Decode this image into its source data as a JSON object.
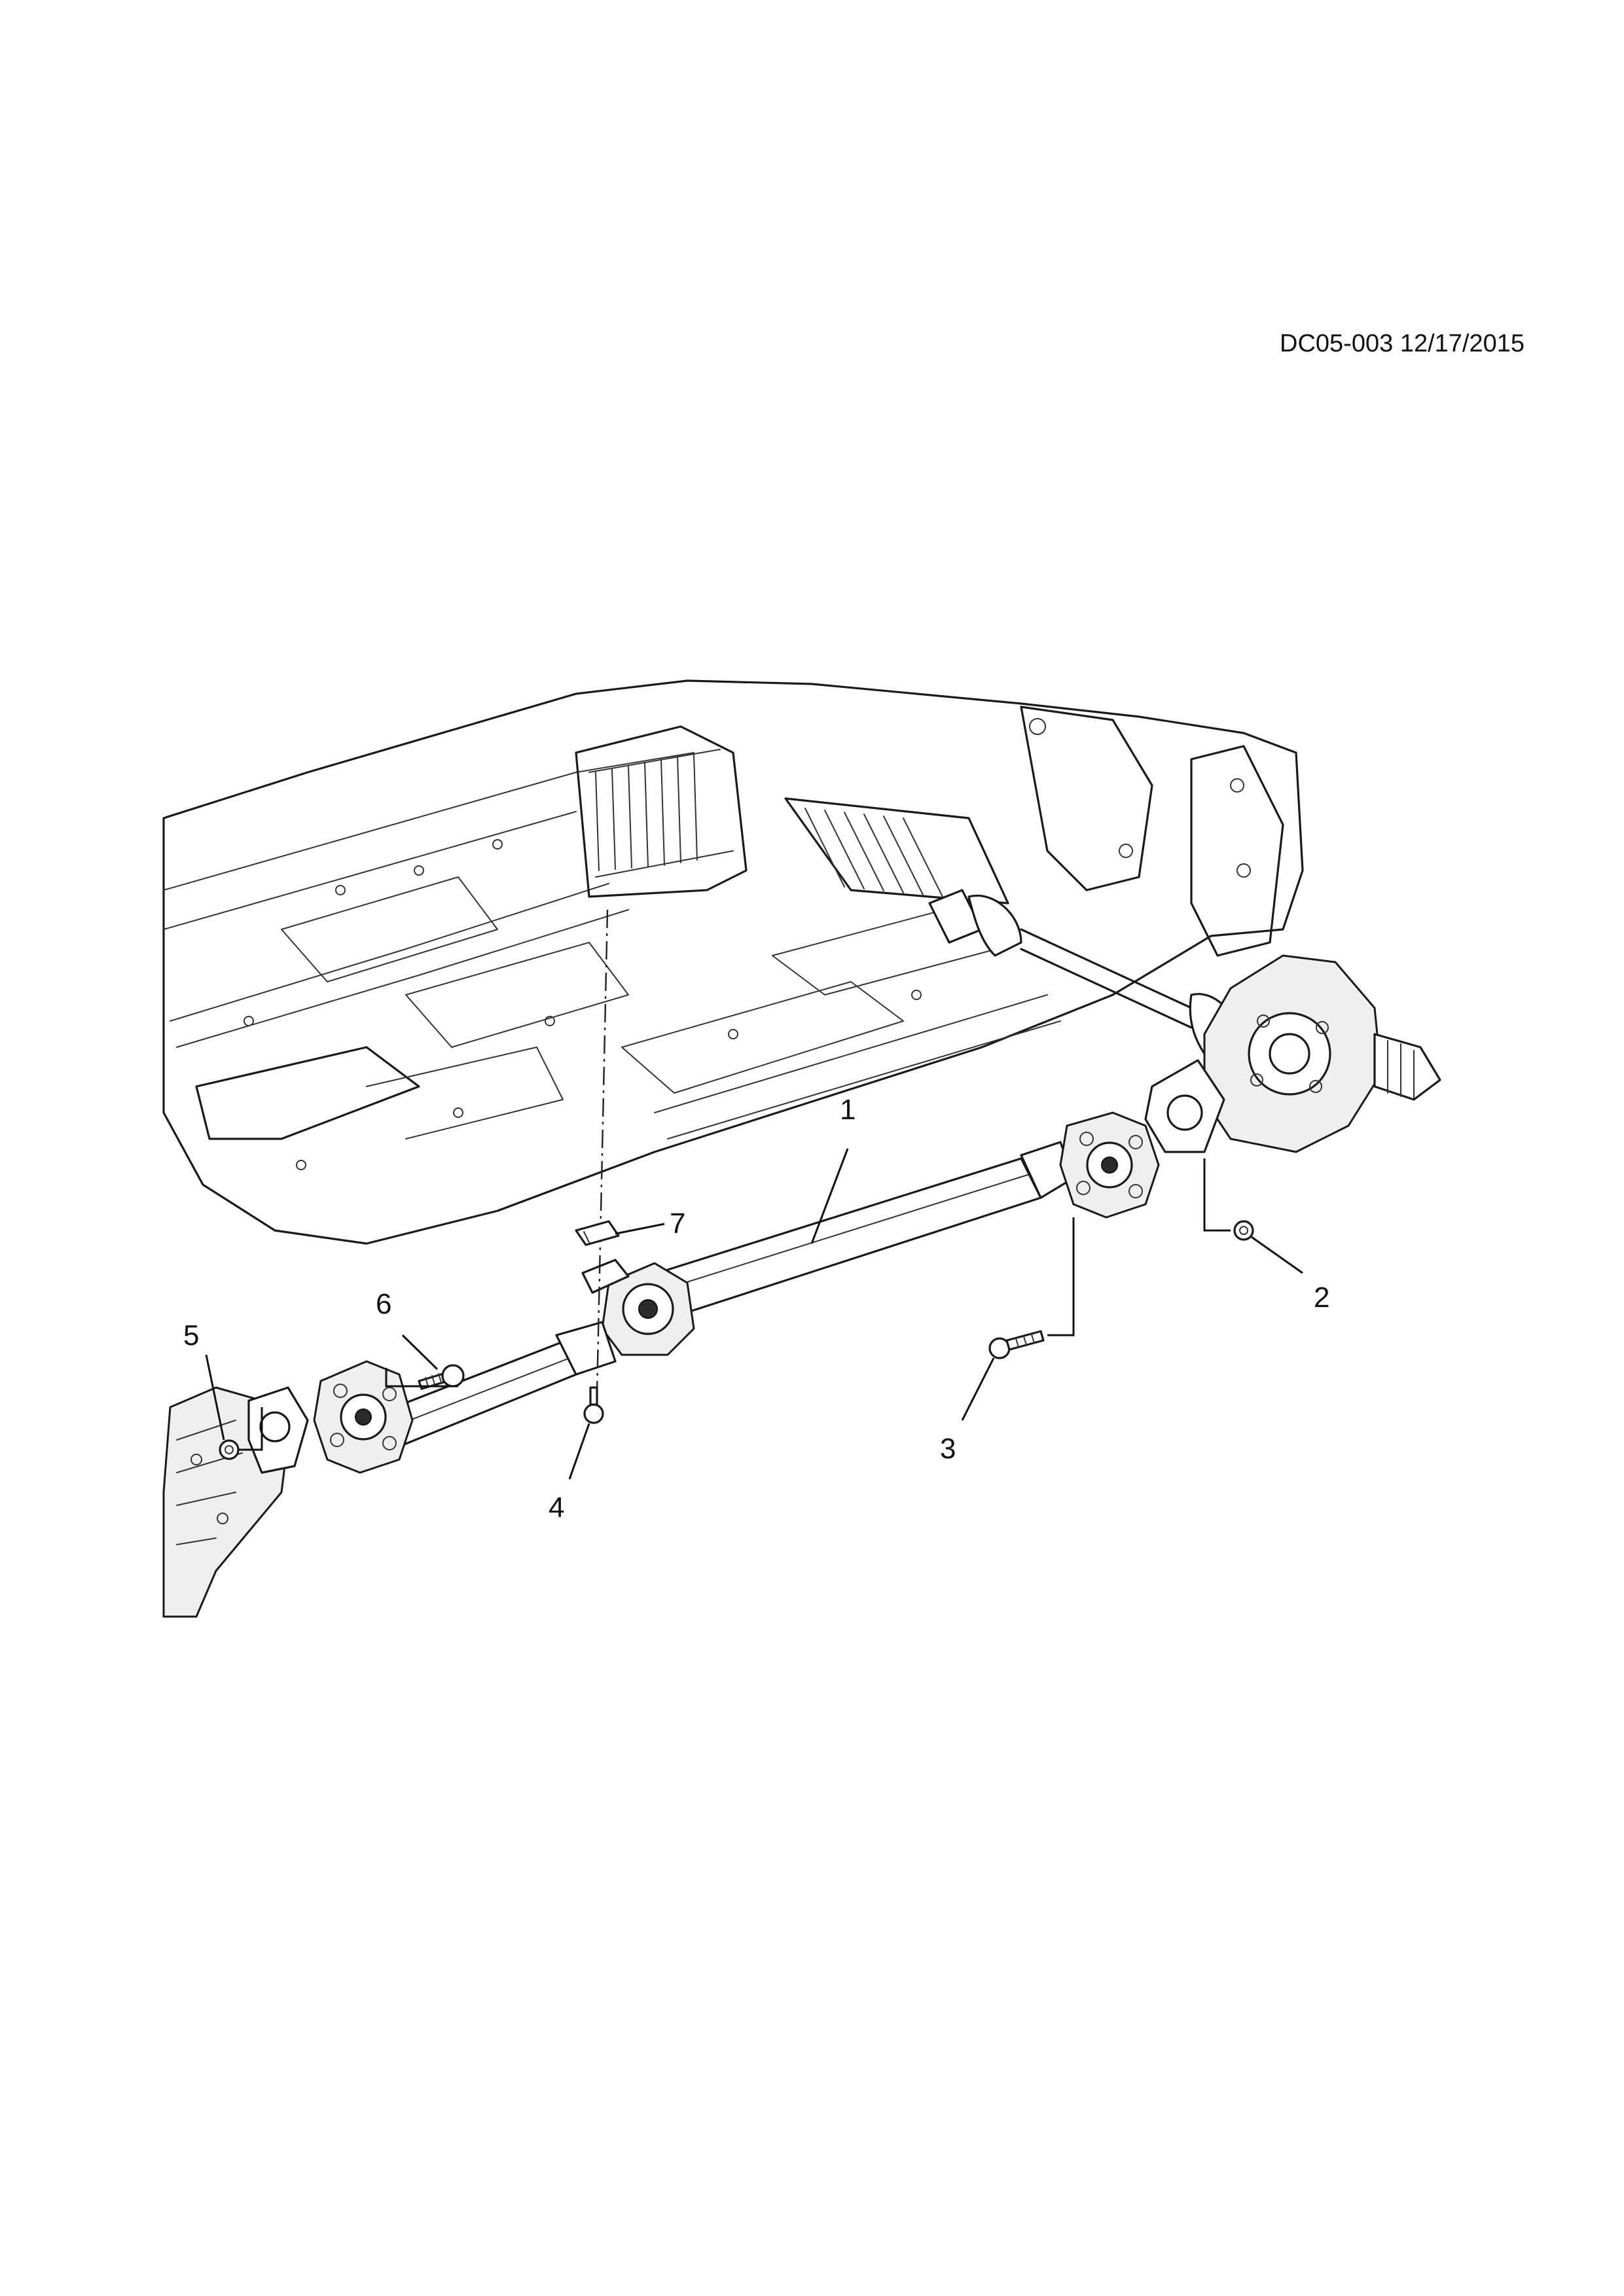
{
  "document": {
    "diagram_id": "DC05-003",
    "date": "12/17/2015"
  },
  "callouts": [
    {
      "id": "1",
      "text": "1"
    },
    {
      "id": "2",
      "text": "2"
    },
    {
      "id": "3",
      "text": "3"
    },
    {
      "id": "4",
      "text": "4"
    },
    {
      "id": "5",
      "text": "5"
    },
    {
      "id": "6",
      "text": "6"
    },
    {
      "id": "7",
      "text": "7"
    }
  ]
}
